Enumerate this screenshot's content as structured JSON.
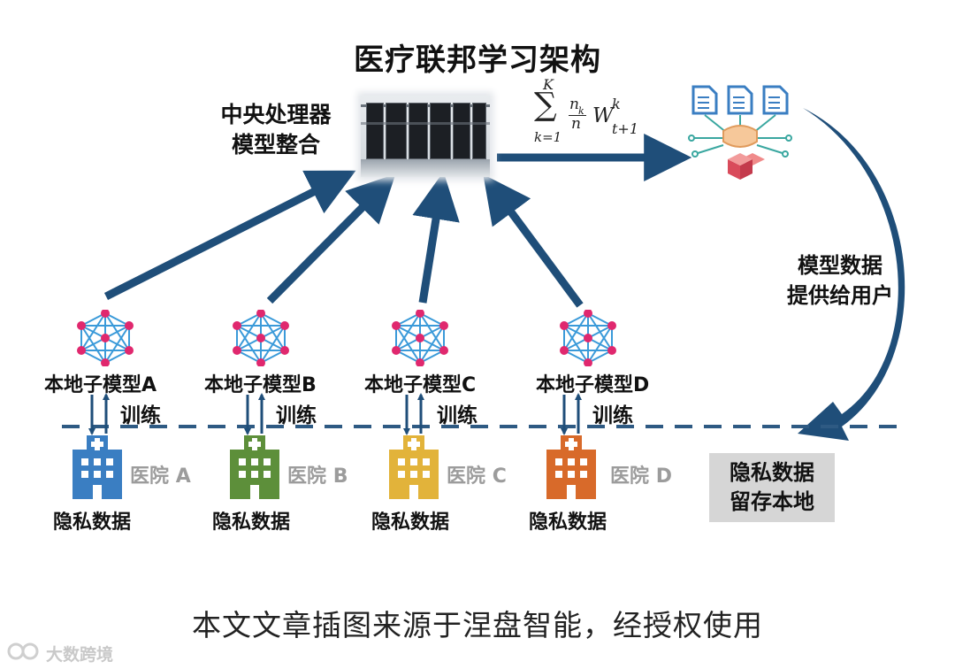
{
  "title": "医疗联邦学习架构",
  "central": {
    "line1": "中央处理器",
    "line2": "模型整合"
  },
  "formula": {
    "sum_top": "K",
    "sum_symbol": "∑",
    "sum_bottom": "k=1",
    "frac_num": "n",
    "frac_num_sub": "k",
    "frac_den": "n",
    "weight": "W",
    "weight_sup": "k",
    "weight_sub": "t+1"
  },
  "provide": {
    "line1": "模型数据",
    "line2": "提供给用户"
  },
  "train_label": "训练",
  "hospital_word": "医院",
  "privacy_data": "隐私数据",
  "nodes": [
    {
      "model": "本地子模型A",
      "letter": "A",
      "color": "#3a7ec2"
    },
    {
      "model": "本地子模型B",
      "letter": "B",
      "color": "#5d8f3a"
    },
    {
      "model": "本地子模型C",
      "letter": "C",
      "color": "#e2b33a"
    },
    {
      "model": "本地子模型D",
      "letter": "D",
      "color": "#d86a2a"
    }
  ],
  "keep_local": {
    "line1": "隐私数据",
    "line2": "留存本地"
  },
  "caption": "本文文章插图来源于涅盘智能，经授权使用",
  "watermark": "大数跨境",
  "colors": {
    "arrow": "#1f4e79",
    "network_node": "#e0286e",
    "network_edge": "#3a9ad9",
    "dash_line": "#2e5a83"
  }
}
